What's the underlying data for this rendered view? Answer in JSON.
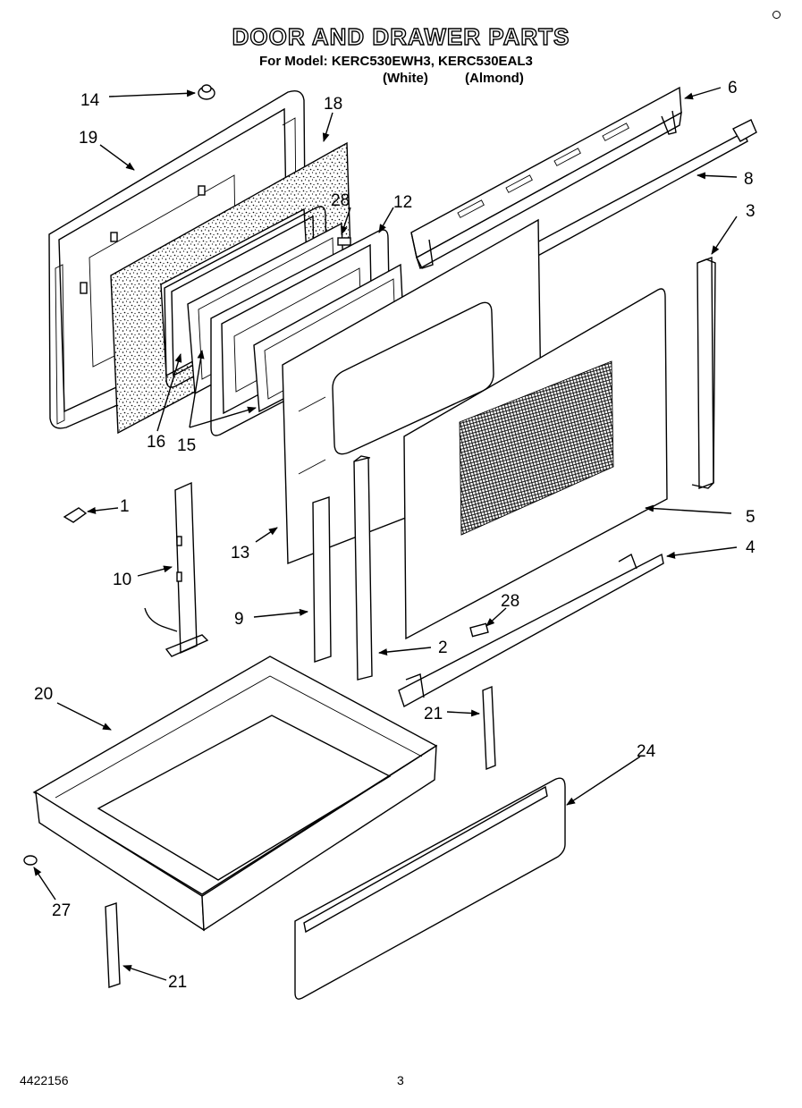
{
  "header": {
    "title": "DOOR AND DRAWER PARTS",
    "model_line": "For Model: KERC530EWH3, KERC530EAL3",
    "variant_white": "(White)",
    "variant_almond": "(Almond)"
  },
  "footer": {
    "part_code": "4422156",
    "page_number": "3"
  },
  "callouts": [
    {
      "id": "c14",
      "label": "14"
    },
    {
      "id": "c18",
      "label": "18"
    },
    {
      "id": "c19",
      "label": "19"
    },
    {
      "id": "c28a",
      "label": "28"
    },
    {
      "id": "c12",
      "label": "12"
    },
    {
      "id": "c6",
      "label": "6"
    },
    {
      "id": "c8",
      "label": "8"
    },
    {
      "id": "c3",
      "label": "3"
    },
    {
      "id": "c16",
      "label": "16"
    },
    {
      "id": "c15",
      "label": "15"
    },
    {
      "id": "c1",
      "label": "1"
    },
    {
      "id": "c10",
      "label": "10"
    },
    {
      "id": "c13",
      "label": "13"
    },
    {
      "id": "c5",
      "label": "5"
    },
    {
      "id": "c4",
      "label": "4"
    },
    {
      "id": "c28b",
      "label": "28"
    },
    {
      "id": "c9",
      "label": "9"
    },
    {
      "id": "c2",
      "label": "2"
    },
    {
      "id": "c20",
      "label": "20"
    },
    {
      "id": "c21a",
      "label": "21"
    },
    {
      "id": "c24",
      "label": "24"
    },
    {
      "id": "c27",
      "label": "27"
    },
    {
      "id": "c21b",
      "label": "21"
    }
  ]
}
